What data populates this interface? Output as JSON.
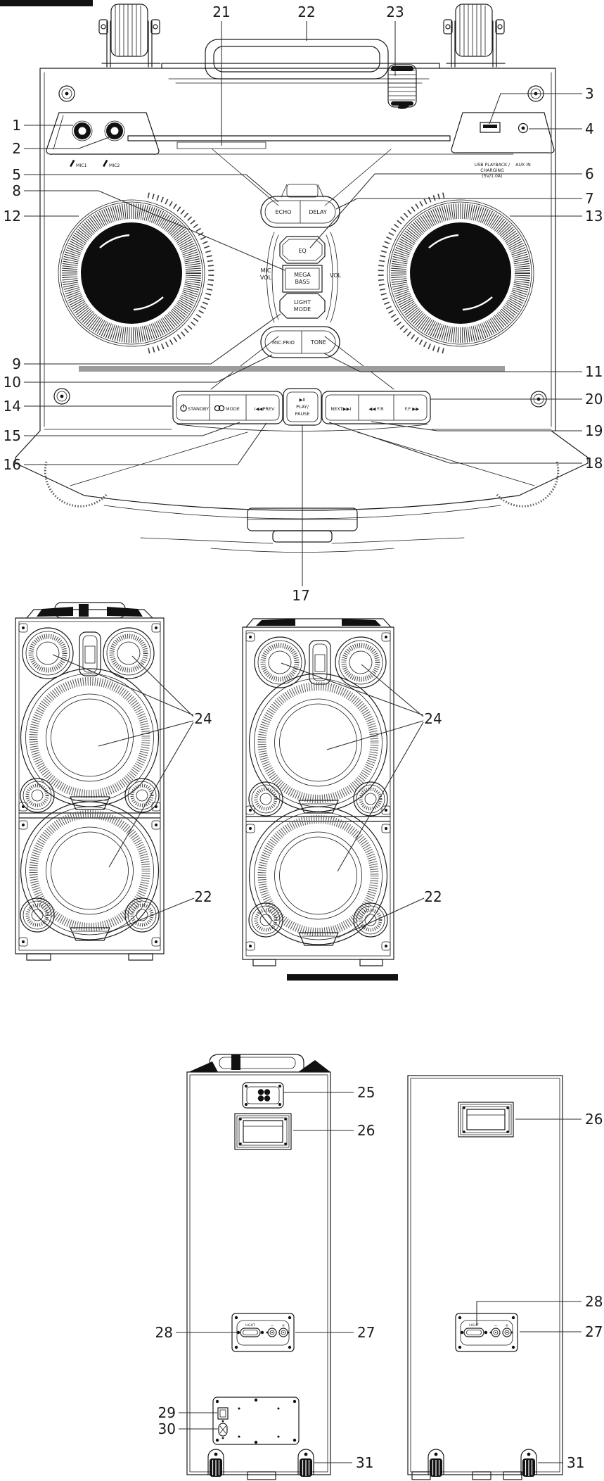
{
  "doc": {
    "type": "speaker-system user manual illustration",
    "ink_color": "#1a1a1a",
    "accent_black_bar": "#111111"
  },
  "callouts": {
    "n1": "1",
    "n2": "2",
    "n3": "3",
    "n4": "4",
    "n5": "5",
    "n6": "6",
    "n7": "7",
    "n8": "8",
    "n9": "9",
    "n10": "10",
    "n11": "11",
    "n12": "12",
    "n13": "13",
    "n14": "14",
    "n15": "15",
    "n16": "16",
    "n17": "17",
    "n18": "18",
    "n19": "19",
    "n20": "20",
    "n21": "21",
    "n22": "22",
    "n23": "23",
    "n24": "24",
    "n25": "25",
    "n26": "26",
    "n27": "27",
    "n28": "28",
    "n29": "29",
    "n30": "30",
    "n31": "31"
  },
  "front_view": {
    "mic1_label": "MIC1",
    "mic2_label": "MIC2",
    "usb_line1": "USB PLAYBACK /",
    "usb_line2": "CHARGING",
    "usb_line3": "(5V/1.0A)",
    "aux_label": "AUX IN",
    "mic_vol_line1": "MIC",
    "mic_vol_line2": "VOL",
    "vol_label": "VOL",
    "btn_echo": "ECHO",
    "btn_delay": "DELAY",
    "btn_eq": "EQ",
    "btn_mega_line1": "MEGA",
    "btn_mega_line2": "BASS",
    "btn_light_line1": "LIGHT",
    "btn_light_line2": "MODE",
    "btn_mic_prio": "MIC.PRIO",
    "btn_tone": "TONE",
    "btn_standby": "STANDBY",
    "btn_mode": "MODE",
    "btn_prev": "I◀◀PREV",
    "btn_play_icon": "▶II",
    "btn_play_line1": "PLAY/",
    "btn_play_line2": "PAUSE",
    "btn_next": "NEXT▶▶I",
    "btn_fr": "◀◀ F.R",
    "btn_ff": "F.F ▶▶"
  },
  "rear_view": {
    "light_port_label": "LIGHT",
    "post_minus": "−",
    "post_plus": "+"
  }
}
